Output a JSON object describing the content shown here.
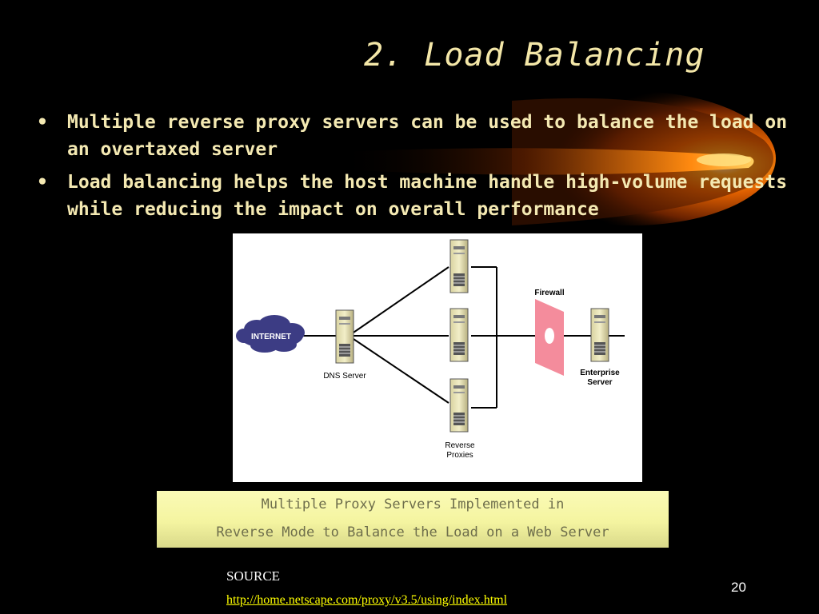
{
  "slide": {
    "title": "2. Load Balancing",
    "bullets": [
      "Multiple reverse proxy servers can be used to balance the load on an overtaxed server",
      "Load balancing helps the host machine handle high-volume requests while reducing the impact on overall performance"
    ],
    "diagram": {
      "labels": {
        "internet": "INTERNET",
        "dns_server": "DNS Server",
        "firewall": "Firewall",
        "enterprise_server_line1": "Enterprise",
        "enterprise_server_line2": "Server",
        "reverse_proxies_line1": "Reverse",
        "reverse_proxies_line2": "Proxies"
      }
    },
    "caption": {
      "line1": "Multiple Proxy Servers Implemented in",
      "line2": "Reverse Mode to Balance the Load on a Web Server"
    },
    "source": {
      "label": "SOURCE",
      "url": "http://home.netscape.com/proxy/v3.5/using/index.html"
    },
    "page_number": "20"
  },
  "colors": {
    "background": "#000000",
    "title_text": "#f4e7a8",
    "body_text": "#f4e9b2",
    "caption_bg": "#f4f4a0",
    "caption_text": "#6e6e4c",
    "link": "#ffff00",
    "cloud": "#3c3c84",
    "firewall": "#f48c9c"
  }
}
